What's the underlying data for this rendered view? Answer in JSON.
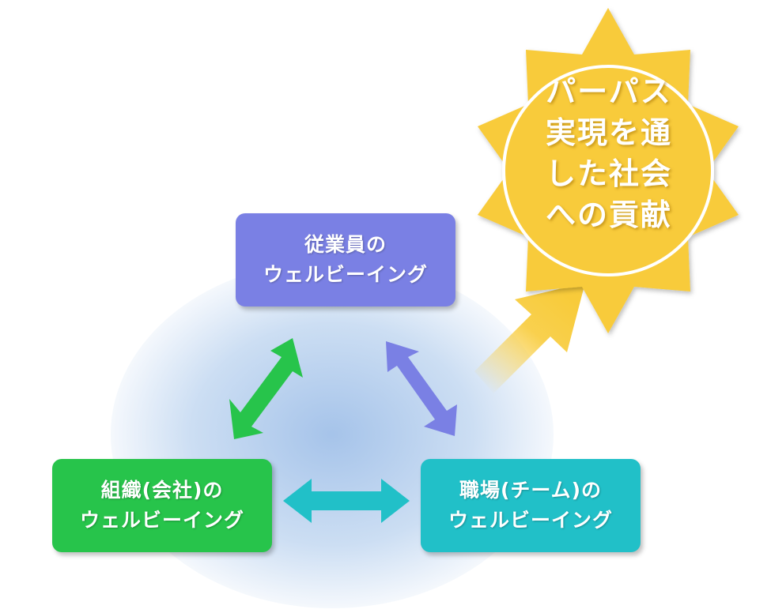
{
  "boxes": {
    "employee": {
      "line1": "従業員の",
      "line2": "ウェルビーイング",
      "color": "#7a80e4"
    },
    "organization": {
      "line1": "組織(会社)の",
      "line2": "ウェルビーイング",
      "color": "#27c44b"
    },
    "team": {
      "line1": "職場(チーム)の",
      "line2": "ウェルビーイング",
      "color": "#21c0c8"
    }
  },
  "sun": {
    "lines": [
      "パーパス",
      "実現を通",
      "した社会",
      "への貢献"
    ],
    "color": "#f8cb3a"
  }
}
